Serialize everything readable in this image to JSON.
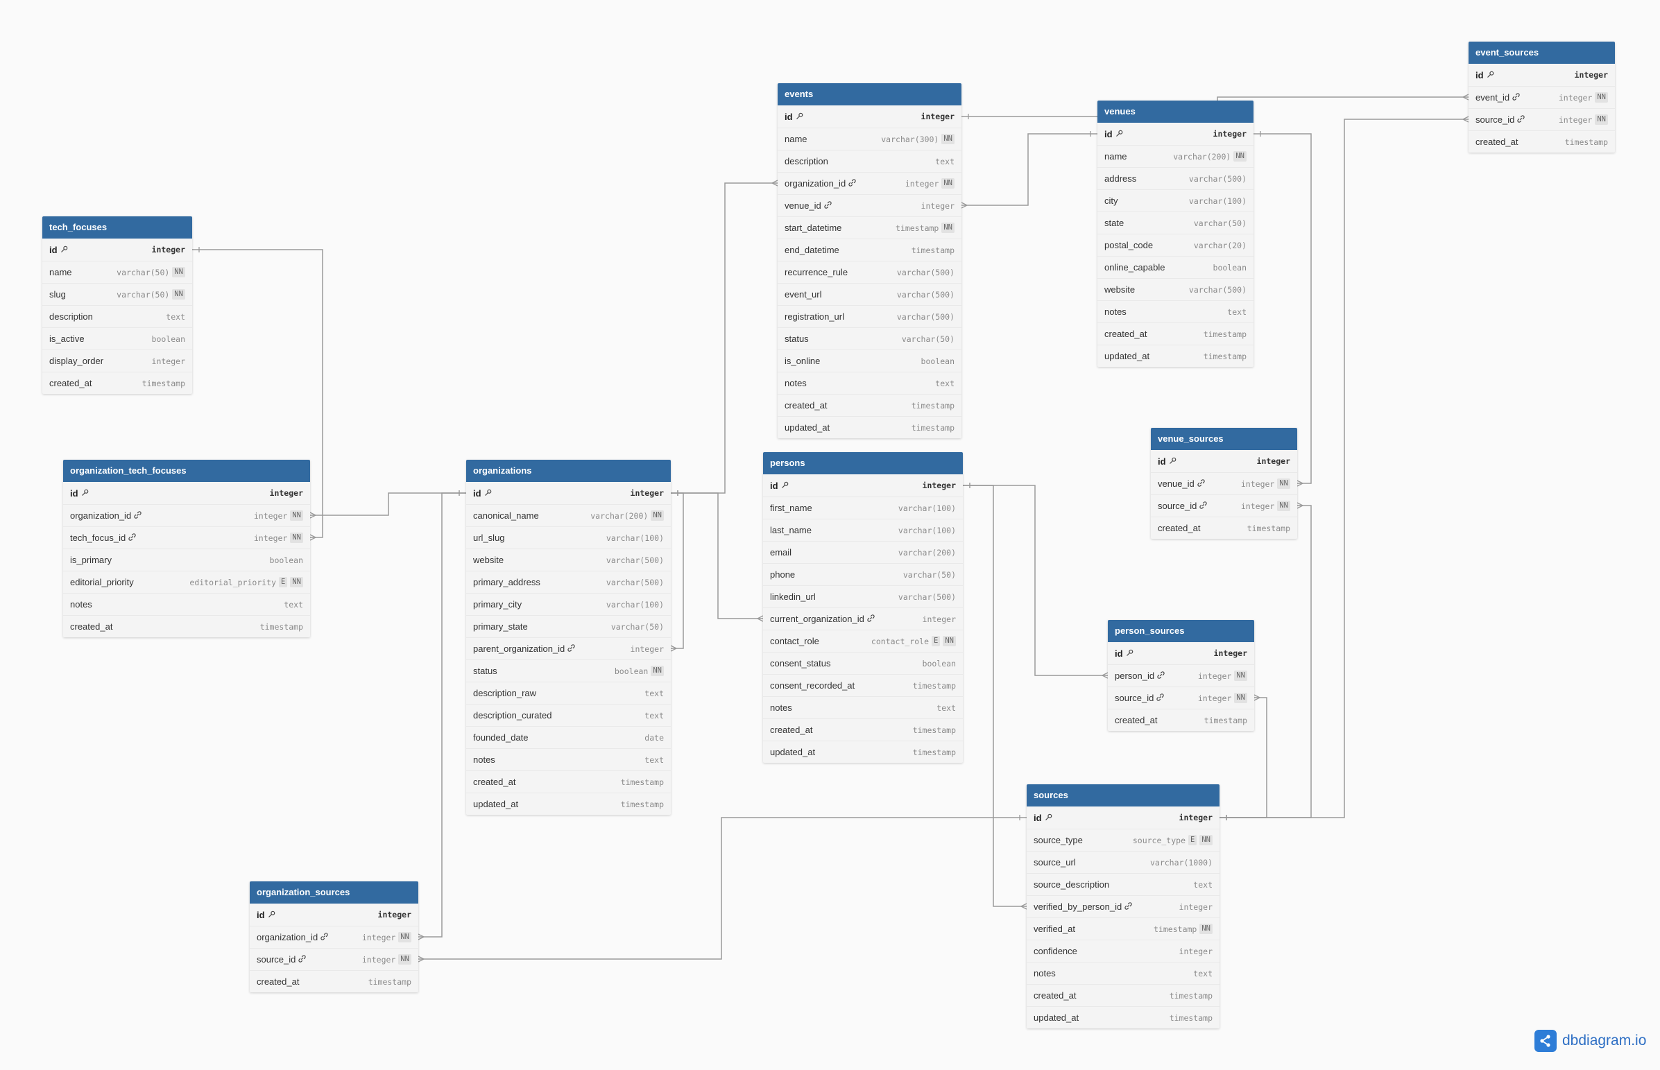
{
  "tables": [
    {
      "id": "event_sources",
      "title": "event_sources",
      "columns": [
        {
          "name": "id",
          "type": "integer",
          "pk": true
        },
        {
          "name": "event_id",
          "type": "integer",
          "fk": true,
          "nn": "NN"
        },
        {
          "name": "source_id",
          "type": "integer",
          "fk": true,
          "nn": "NN"
        },
        {
          "name": "created_at",
          "type": "timestamp"
        }
      ]
    },
    {
      "id": "events",
      "title": "events",
      "columns": [
        {
          "name": "id",
          "type": "integer",
          "pk": true
        },
        {
          "name": "name",
          "type": "varchar(300)",
          "nn": "NN"
        },
        {
          "name": "description",
          "type": "text"
        },
        {
          "name": "organization_id",
          "type": "integer",
          "fk": true,
          "nn": "NN"
        },
        {
          "name": "venue_id",
          "type": "integer",
          "fk": true
        },
        {
          "name": "start_datetime",
          "type": "timestamp",
          "nn": "NN"
        },
        {
          "name": "end_datetime",
          "type": "timestamp"
        },
        {
          "name": "recurrence_rule",
          "type": "varchar(500)"
        },
        {
          "name": "event_url",
          "type": "varchar(500)"
        },
        {
          "name": "registration_url",
          "type": "varchar(500)"
        },
        {
          "name": "status",
          "type": "varchar(50)"
        },
        {
          "name": "is_online",
          "type": "boolean"
        },
        {
          "name": "notes",
          "type": "text"
        },
        {
          "name": "created_at",
          "type": "timestamp"
        },
        {
          "name": "updated_at",
          "type": "timestamp"
        }
      ]
    },
    {
      "id": "venues",
      "title": "venues",
      "columns": [
        {
          "name": "id",
          "type": "integer",
          "pk": true
        },
        {
          "name": "name",
          "type": "varchar(200)",
          "nn": "NN"
        },
        {
          "name": "address",
          "type": "varchar(500)"
        },
        {
          "name": "city",
          "type": "varchar(100)"
        },
        {
          "name": "state",
          "type": "varchar(50)"
        },
        {
          "name": "postal_code",
          "type": "varchar(20)"
        },
        {
          "name": "online_capable",
          "type": "boolean"
        },
        {
          "name": "website",
          "type": "varchar(500)"
        },
        {
          "name": "notes",
          "type": "text"
        },
        {
          "name": "created_at",
          "type": "timestamp"
        },
        {
          "name": "updated_at",
          "type": "timestamp"
        }
      ]
    },
    {
      "id": "tech_focuses",
      "title": "tech_focuses",
      "columns": [
        {
          "name": "id",
          "type": "integer",
          "pk": true
        },
        {
          "name": "name",
          "type": "varchar(50)",
          "nn": "NN"
        },
        {
          "name": "slug",
          "type": "varchar(50)",
          "nn": "NN"
        },
        {
          "name": "description",
          "type": "text"
        },
        {
          "name": "is_active",
          "type": "boolean"
        },
        {
          "name": "display_order",
          "type": "integer"
        },
        {
          "name": "created_at",
          "type": "timestamp"
        }
      ]
    },
    {
      "id": "venue_sources",
      "title": "venue_sources",
      "columns": [
        {
          "name": "id",
          "type": "integer",
          "pk": true
        },
        {
          "name": "venue_id",
          "type": "integer",
          "fk": true,
          "nn": "NN"
        },
        {
          "name": "source_id",
          "type": "integer",
          "fk": true,
          "nn": "NN"
        },
        {
          "name": "created_at",
          "type": "timestamp"
        }
      ]
    },
    {
      "id": "organization_tech_focuses",
      "title": "organization_tech_focuses",
      "columns": [
        {
          "name": "id",
          "type": "integer",
          "pk": true
        },
        {
          "name": "organization_id",
          "type": "integer",
          "fk": true,
          "nn": "NN"
        },
        {
          "name": "tech_focus_id",
          "type": "integer",
          "fk": true,
          "nn": "NN"
        },
        {
          "name": "is_primary",
          "type": "boolean"
        },
        {
          "name": "editorial_priority",
          "type": "editorial_priority",
          "enum": "E",
          "nn": "NN"
        },
        {
          "name": "notes",
          "type": "text"
        },
        {
          "name": "created_at",
          "type": "timestamp"
        }
      ]
    },
    {
      "id": "organizations",
      "title": "organizations",
      "columns": [
        {
          "name": "id",
          "type": "integer",
          "pk": true
        },
        {
          "name": "canonical_name",
          "type": "varchar(200)",
          "nn": "NN"
        },
        {
          "name": "url_slug",
          "type": "varchar(100)"
        },
        {
          "name": "website",
          "type": "varchar(500)"
        },
        {
          "name": "primary_address",
          "type": "varchar(500)"
        },
        {
          "name": "primary_city",
          "type": "varchar(100)"
        },
        {
          "name": "primary_state",
          "type": "varchar(50)"
        },
        {
          "name": "parent_organization_id",
          "type": "integer",
          "fk": true
        },
        {
          "name": "status",
          "type": "boolean",
          "nn": "NN"
        },
        {
          "name": "description_raw",
          "type": "text"
        },
        {
          "name": "description_curated",
          "type": "text"
        },
        {
          "name": "founded_date",
          "type": "date"
        },
        {
          "name": "notes",
          "type": "text"
        },
        {
          "name": "created_at",
          "type": "timestamp"
        },
        {
          "name": "updated_at",
          "type": "timestamp"
        }
      ]
    },
    {
      "id": "persons",
      "title": "persons",
      "columns": [
        {
          "name": "id",
          "type": "integer",
          "pk": true
        },
        {
          "name": "first_name",
          "type": "varchar(100)"
        },
        {
          "name": "last_name",
          "type": "varchar(100)"
        },
        {
          "name": "email",
          "type": "varchar(200)"
        },
        {
          "name": "phone",
          "type": "varchar(50)"
        },
        {
          "name": "linkedin_url",
          "type": "varchar(500)"
        },
        {
          "name": "current_organization_id",
          "type": "integer",
          "fk": true
        },
        {
          "name": "contact_role",
          "type": "contact_role",
          "enum": "E",
          "nn": "NN"
        },
        {
          "name": "consent_status",
          "type": "boolean"
        },
        {
          "name": "consent_recorded_at",
          "type": "timestamp"
        },
        {
          "name": "notes",
          "type": "text"
        },
        {
          "name": "created_at",
          "type": "timestamp"
        },
        {
          "name": "updated_at",
          "type": "timestamp"
        }
      ]
    },
    {
      "id": "person_sources",
      "title": "person_sources",
      "columns": [
        {
          "name": "id",
          "type": "integer",
          "pk": true
        },
        {
          "name": "person_id",
          "type": "integer",
          "fk": true,
          "nn": "NN"
        },
        {
          "name": "source_id",
          "type": "integer",
          "fk": true,
          "nn": "NN"
        },
        {
          "name": "created_at",
          "type": "timestamp"
        }
      ]
    },
    {
      "id": "sources",
      "title": "sources",
      "columns": [
        {
          "name": "id",
          "type": "integer",
          "pk": true
        },
        {
          "name": "source_type",
          "type": "source_type",
          "enum": "E",
          "nn": "NN"
        },
        {
          "name": "source_url",
          "type": "varchar(1000)"
        },
        {
          "name": "source_description",
          "type": "text"
        },
        {
          "name": "verified_by_person_id",
          "type": "integer",
          "fk": true
        },
        {
          "name": "verified_at",
          "type": "timestamp",
          "nn": "NN"
        },
        {
          "name": "confidence",
          "type": "integer"
        },
        {
          "name": "notes",
          "type": "text"
        },
        {
          "name": "created_at",
          "type": "timestamp"
        },
        {
          "name": "updated_at",
          "type": "timestamp"
        }
      ]
    },
    {
      "id": "organization_sources",
      "title": "organization_sources",
      "columns": [
        {
          "name": "id",
          "type": "integer",
          "pk": true
        },
        {
          "name": "organization_id",
          "type": "integer",
          "fk": true,
          "nn": "NN"
        },
        {
          "name": "source_id",
          "type": "integer",
          "fk": true,
          "nn": "NN"
        },
        {
          "name": "created_at",
          "type": "timestamp"
        }
      ]
    }
  ],
  "relations": [
    {
      "from": [
        "events",
        "organization_id"
      ],
      "to": [
        "organizations",
        "id"
      ]
    },
    {
      "from": [
        "events",
        "venue_id"
      ],
      "to": [
        "venues",
        "id"
      ]
    },
    {
      "from": [
        "event_sources",
        "event_id"
      ],
      "to": [
        "events",
        "id"
      ]
    },
    {
      "from": [
        "event_sources",
        "source_id"
      ],
      "to": [
        "sources",
        "id"
      ]
    },
    {
      "from": [
        "venue_sources",
        "venue_id"
      ],
      "to": [
        "venues",
        "id"
      ]
    },
    {
      "from": [
        "venue_sources",
        "source_id"
      ],
      "to": [
        "sources",
        "id"
      ]
    },
    {
      "from": [
        "organization_tech_focuses",
        "organization_id"
      ],
      "to": [
        "organizations",
        "id"
      ]
    },
    {
      "from": [
        "organization_tech_focuses",
        "tech_focus_id"
      ],
      "to": [
        "tech_focuses",
        "id"
      ]
    },
    {
      "from": [
        "organizations",
        "parent_organization_id"
      ],
      "to": [
        "organizations",
        "id"
      ]
    },
    {
      "from": [
        "persons",
        "current_organization_id"
      ],
      "to": [
        "organizations",
        "id"
      ]
    },
    {
      "from": [
        "person_sources",
        "person_id"
      ],
      "to": [
        "persons",
        "id"
      ]
    },
    {
      "from": [
        "person_sources",
        "source_id"
      ],
      "to": [
        "sources",
        "id"
      ]
    },
    {
      "from": [
        "sources",
        "verified_by_person_id"
      ],
      "to": [
        "persons",
        "id"
      ]
    },
    {
      "from": [
        "organization_sources",
        "organization_id"
      ],
      "to": [
        "organizations",
        "id"
      ]
    },
    {
      "from": [
        "organization_sources",
        "source_id"
      ],
      "to": [
        "sources",
        "id"
      ]
    }
  ],
  "brand": {
    "name": "dbdiagram.io"
  },
  "colors": {
    "header": "#326aa0",
    "line": "#9a9a9a",
    "canvas": "#fafafa",
    "brand": "#2e7dd7"
  }
}
